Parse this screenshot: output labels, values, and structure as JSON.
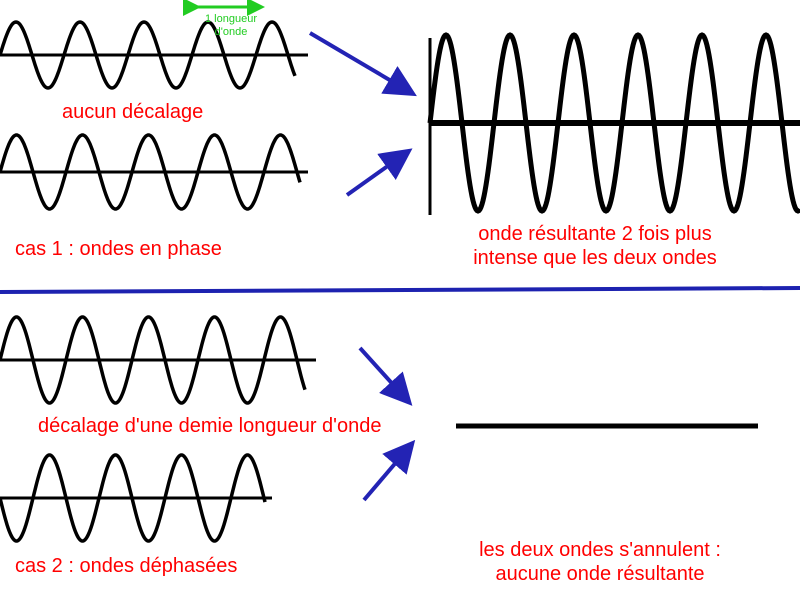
{
  "colors": {
    "label": "#ff0000",
    "annotation": "#22cc22",
    "arrow": "#2323b4",
    "divider": "#1d22b0",
    "wave": "#000000"
  },
  "case1": {
    "wavelength_label_line1": "1 longueur",
    "wavelength_label_line2": "d'onde",
    "no_shift_label": "aucun décalage",
    "title": "cas 1 : ondes en phase",
    "result_line1": "onde résultante 2 fois plus",
    "result_line2": "intense que les deux ondes"
  },
  "case2": {
    "shift_label": "décalage d'une demie longueur d'onde",
    "title": "cas 2 : ondes déphasées",
    "result_line1": "les deux ondes s'annulent :",
    "result_line2": "aucune onde résultante"
  }
}
